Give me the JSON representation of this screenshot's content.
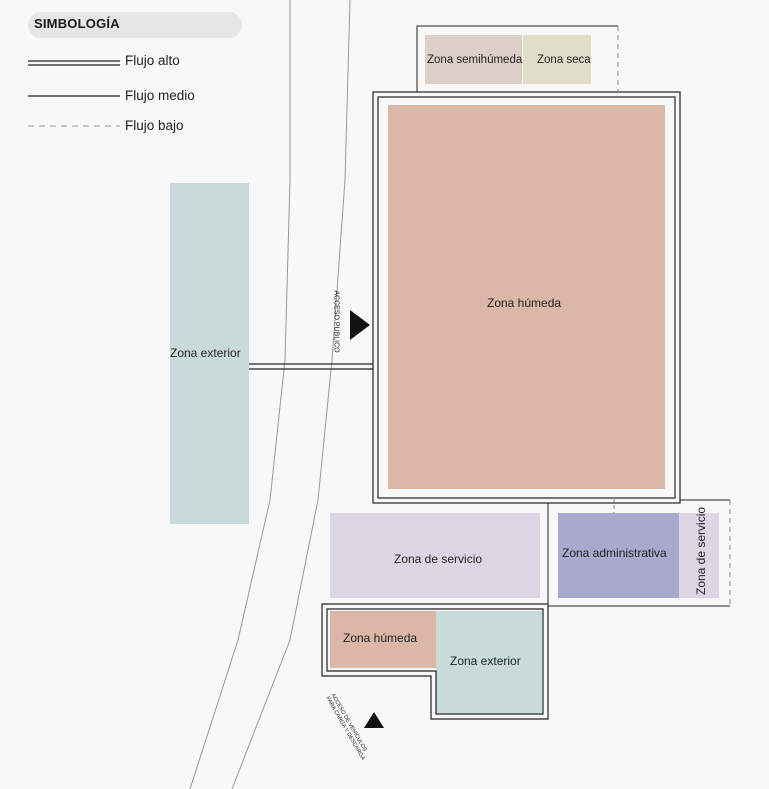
{
  "legend": {
    "title": "SIMBOLOGÍA",
    "items": [
      {
        "label": "Flujo alto",
        "style": "double"
      },
      {
        "label": "Flujo medio",
        "style": "single"
      },
      {
        "label": "Flujo bajo",
        "style": "dashed"
      }
    ]
  },
  "zones": {
    "exterior_left": "Zona exterior",
    "humeda_main": "Zona húmeda",
    "semihumeda": "Zona semihúmeda",
    "seca": "Zona seca",
    "servicio_center": "Zona de servicio",
    "administrativa": "Zona administrativa",
    "servicio_right": "Zona de servicio",
    "humeda_bottom": "Zona húmeda",
    "exterior_bottom": "Zona exterior"
  },
  "access": {
    "public": "ACCESO PUBLICO",
    "vehicles_line1": "ACCESO DE VEHICULOS",
    "vehicles_line2": "PARA CARGA Y DESCARGA"
  },
  "colors": {
    "humeda": "#dbb7a7",
    "exterior": "#c9dadb",
    "semihumeda": "#ddcfc8",
    "seca": "#e0ddc8",
    "servicio": "#ddd6e4",
    "administrativa": "#a8a9cd"
  }
}
